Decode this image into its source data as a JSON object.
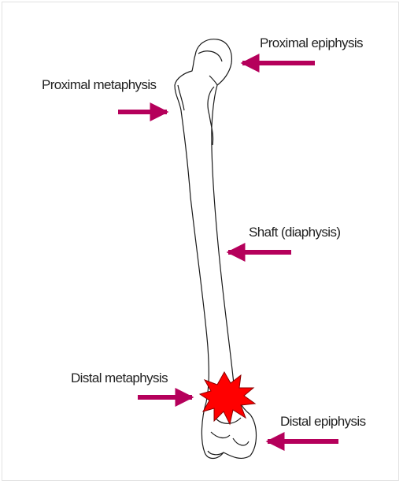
{
  "colors": {
    "arrow": "#b5005b",
    "bone_outline": "#1a1a1a",
    "fracture_fill": "#ff0000",
    "fracture_outline": "#8a0000",
    "label_text": "#222222"
  },
  "labels": {
    "proximal_epiphysis": "Proximal epiphysis",
    "proximal_metaphysis": "Proximal metaphysis",
    "shaft": "Shaft (diaphysis)",
    "distal_metaphysis": "Distal metaphysis",
    "distal_epiphysis": "Distal epiphysis"
  },
  "icons": {
    "bone": "femur-bone-icon",
    "fracture": "fracture-starburst-icon",
    "arrow": "arrow-icon"
  }
}
